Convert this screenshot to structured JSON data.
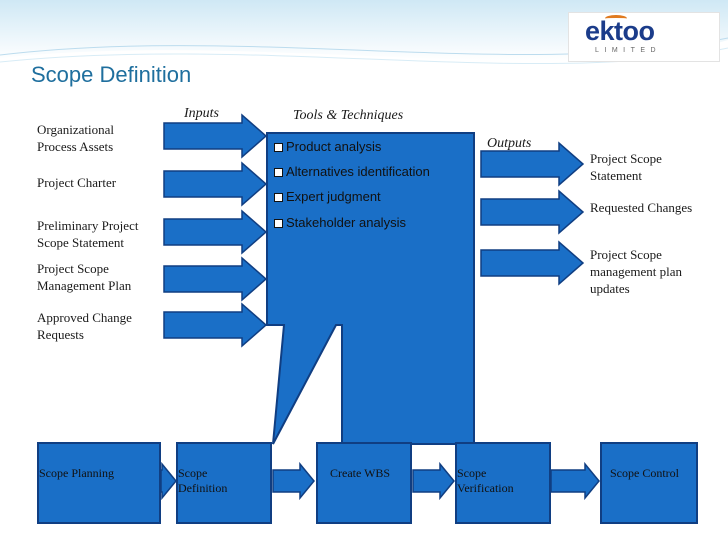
{
  "title": "Scope Definition",
  "logo": {
    "name": "ektoo",
    "subtitle": "LIMITED"
  },
  "headings": {
    "inputs": "Inputs",
    "tools": "Tools & Techniques",
    "outputs": "Outputs"
  },
  "inputs": [
    {
      "lines": [
        "Organizational",
        "Process Assets"
      ]
    },
    {
      "lines": [
        "Project Charter"
      ]
    },
    {
      "lines": [
        "Preliminary Project",
        "Scope Statement"
      ]
    },
    {
      "lines": [
        "Project Scope",
        "Management Plan"
      ]
    },
    {
      "lines": [
        "Approved Change",
        "Requests"
      ]
    }
  ],
  "tools": [
    "Product analysis",
    "Alternatives identification",
    "Expert judgment",
    "Stakeholder analysis"
  ],
  "outputs": [
    {
      "lines": [
        "Project Scope",
        "Statement"
      ]
    },
    {
      "lines": [
        "Requested Changes"
      ]
    },
    {
      "lines": [
        "Project Scope",
        "management plan",
        "updates"
      ]
    }
  ],
  "process": [
    {
      "lines": [
        "Scope Planning"
      ]
    },
    {
      "lines": [
        "Scope",
        "Definition"
      ]
    },
    {
      "lines": [
        "Create WBS"
      ]
    },
    {
      "lines": [
        "Scope",
        "Verification"
      ]
    },
    {
      "lines": [
        "Scope Control"
      ]
    }
  ],
  "colors": {
    "fill": "#1a6fc7",
    "stroke": "#103e82",
    "title": "#1f6f9e",
    "band": "#d6ecf7"
  }
}
